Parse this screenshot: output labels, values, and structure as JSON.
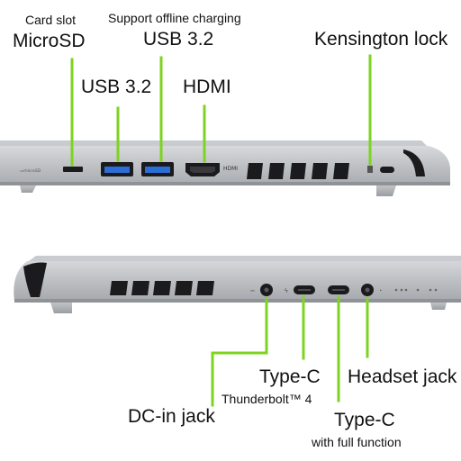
{
  "colors": {
    "leader_line": "#7ed321",
    "chassis_light": "#d2d4d7",
    "chassis_mid": "#b9bcc0",
    "chassis_dark": "#8f9296",
    "port_black": "#1b1b1d",
    "usb_blue": "#2b6fd6"
  },
  "top_view": {
    "labels": {
      "card_slot": "Card slot",
      "microsd": "MicroSD",
      "offline_charging": "Support offline charging",
      "usb_a_1": "USB 3.2",
      "usb_a_2": "USB 3.2",
      "hdmi": "HDMI",
      "kensington": "Kensington lock"
    }
  },
  "bottom_view": {
    "labels": {
      "type_c_tb": "Type-C",
      "thunderbolt": "Thunderbolt™ 4",
      "headset": "Headset jack",
      "dc_in": "DC-in jack",
      "type_c_full": "Type-C",
      "full_function": "with full function"
    }
  },
  "port_glyphs": {
    "hdmi_glyph": "HDMI"
  }
}
